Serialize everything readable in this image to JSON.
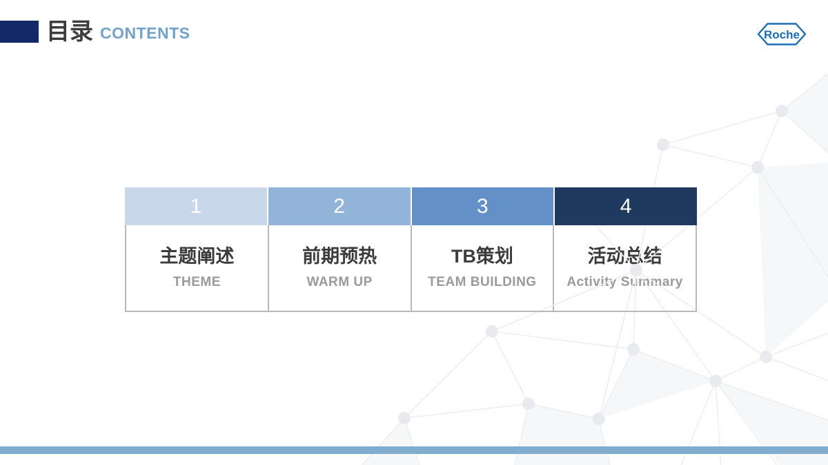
{
  "header": {
    "title_zh": "目录",
    "title_en": "CONTENTS"
  },
  "logo": {
    "text": "Roche"
  },
  "toc": {
    "items": [
      {
        "number": "1",
        "title_zh": "主题阐述",
        "title_en": "THEME",
        "header_color": "#c9d7ea"
      },
      {
        "number": "2",
        "title_zh": "前期预热",
        "title_en": "WARM UP",
        "header_color": "#92b4d9"
      },
      {
        "number": "3",
        "title_zh": "TB策划",
        "title_en": "TEAM BUILDING",
        "header_color": "#6290c7"
      },
      {
        "number": "4",
        "title_zh": "活动总结",
        "title_en": "Activity Summary",
        "header_color": "#203a5f"
      }
    ]
  },
  "colors": {
    "accent_block": "#132968",
    "title_en_blue": "#73a2c7",
    "logo_blue": "#1a6cb5",
    "table_border": "#b9b9b9",
    "bottom_bar": "#7faccf",
    "header_text": "#ffffff",
    "body_zh_text": "#3b3b3b",
    "body_en_text": "#9a9a9a"
  }
}
